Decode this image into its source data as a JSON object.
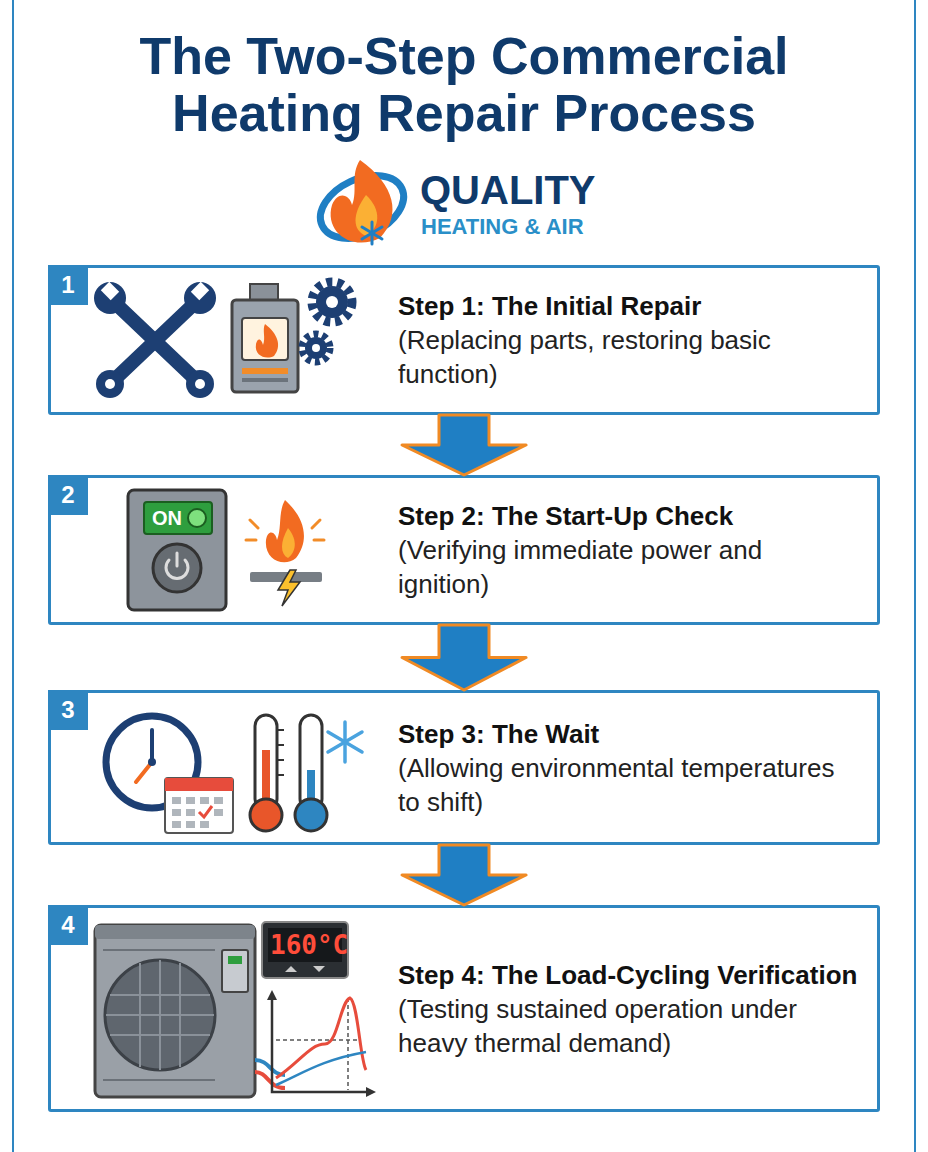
{
  "diagram": {
    "title": "The Two-Step Commercial Heating Repair Process",
    "nodes": [
      {
        "text": [
          "1",
          "Step 1: The Initial Repair",
          "(Replacing parts, restoring basic function)"
        ]
      },
      {
        "text": [
          "2",
          "Step 2: The Start-Up Check",
          "(Verifying immediate power and ignition)"
        ]
      },
      {
        "text": [
          "3",
          "Step 3: The Wait",
          "(Allowing environmental temperatures to shift)"
        ]
      },
      {
        "text": [
          "4",
          "Step 4: The Load-Cycling Verification",
          "(Testing sustained operation under heavy thermal demand)"
        ]
      }
    ],
    "edges": [
      {
        "from": 0,
        "to": 1,
        "arrow": "to"
      },
      {
        "from": 1,
        "to": 2,
        "arrow": "to"
      },
      {
        "from": 2,
        "to": 3,
        "arrow": "to"
      }
    ],
    "labels": [
      "QUALITY",
      "HEATING & AIR",
      "ON",
      "160°C"
    ]
  }
}
